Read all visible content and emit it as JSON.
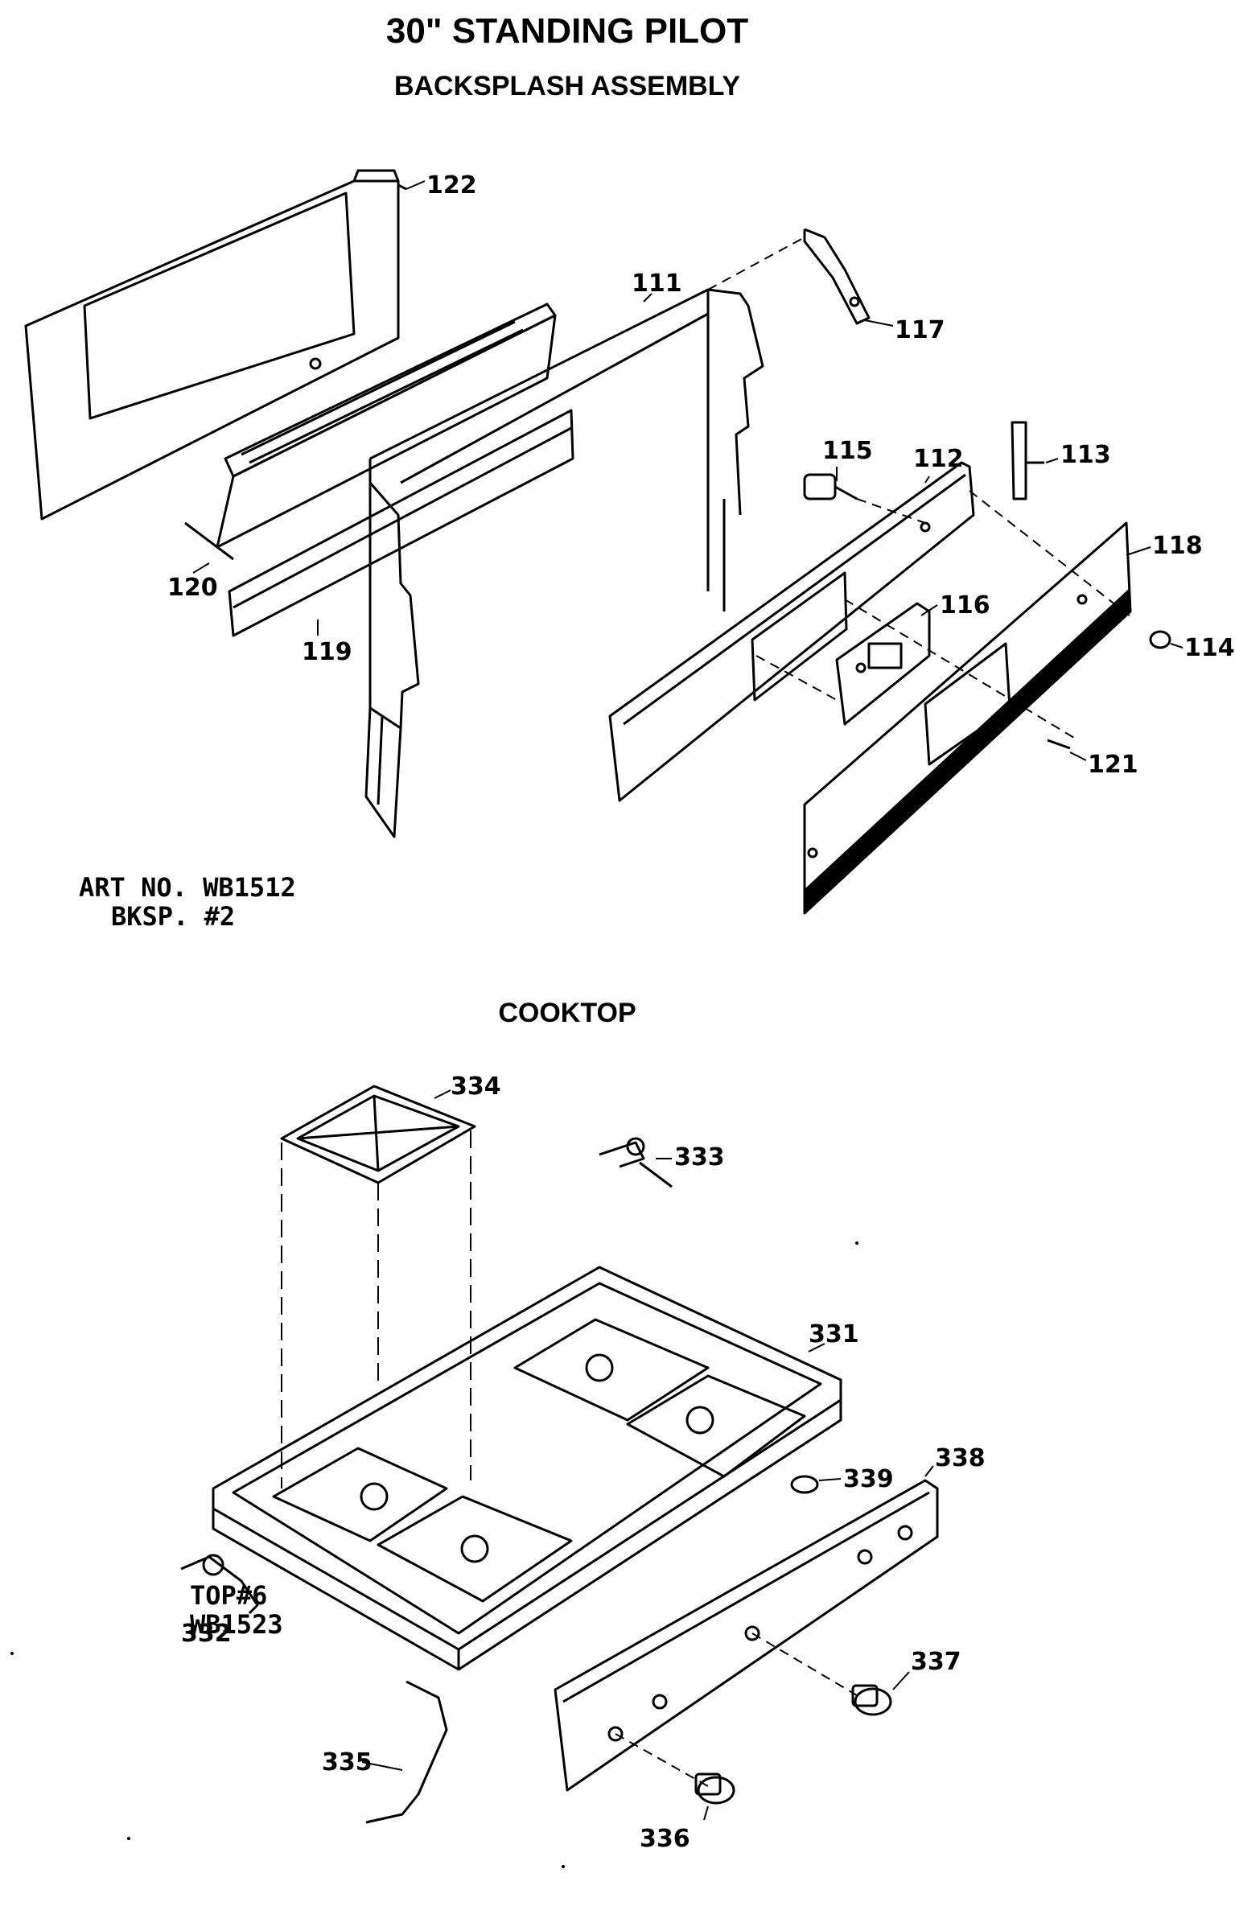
{
  "header": {
    "title": "30\" STANDING PILOT",
    "subtitle": "BACKSPLASH ASSEMBLY"
  },
  "section2": {
    "title": "COOKTOP"
  },
  "notes": {
    "art_top_line1": "ART NO. WB1512",
    "art_top_line2": "BKSP. #2",
    "art_bottom_line1": "TOP#6",
    "art_bottom_line2": "WB1523"
  },
  "callouts": {
    "p122": "122",
    "p111": "111",
    "p117": "117",
    "p115": "115",
    "p112": "112",
    "p113": "113",
    "p118": "118",
    "p116": "116",
    "p114": "114",
    "p120": "120",
    "p119": "119",
    "p121": "121",
    "p334": "334",
    "p333": "333",
    "p331": "331",
    "p338": "338",
    "p339": "339",
    "p332": "332",
    "p337": "337",
    "p335": "335",
    "p336": "336"
  }
}
